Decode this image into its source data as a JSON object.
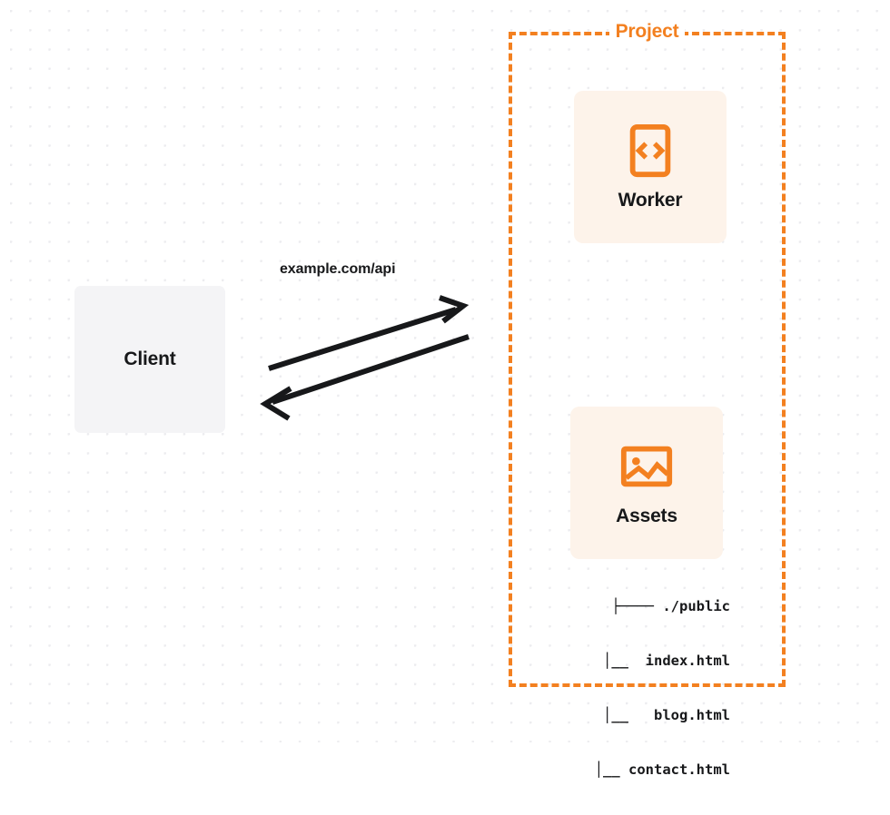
{
  "diagram": {
    "title": "Project",
    "background": {
      "color": "#ffffff",
      "dot_color": "#ececef"
    },
    "accent_color": "#f38020",
    "text_color": "#17181a",
    "card_color": "#fdf3ea",
    "client_color": "#f4f4f6"
  },
  "client": {
    "label": "Client",
    "icon": "none"
  },
  "connection": {
    "label": "example.com/api",
    "request_arrow": "arrow-right-icon",
    "response_arrow": "arrow-left-icon",
    "color": "#17181a"
  },
  "project": {
    "label": "Project",
    "border_style": "dashed",
    "border_color": "#f38020",
    "cards": [
      {
        "label": "Worker",
        "icon": "code-brackets-icon"
      },
      {
        "label": "Assets",
        "icon": "image-icon"
      }
    ]
  },
  "file_tree": {
    "rows": [
      "├──── ./public",
      "     │__  index.html",
      "     │__   blog.html",
      "     │__ contact.html"
    ],
    "root": "./public",
    "files": [
      "index.html",
      "blog.html",
      "contact.html"
    ]
  }
}
